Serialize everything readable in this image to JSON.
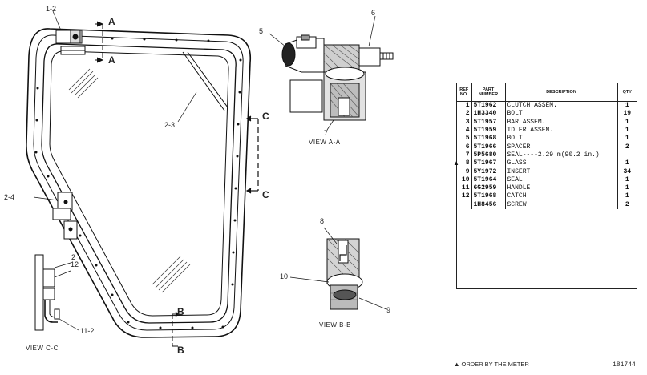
{
  "callouts": {
    "c_1_2_top": "1-2",
    "c_2_3": "2-3",
    "c_2_4": "2-4",
    "c_2": "2",
    "c_12": "12",
    "c_11_2": "11-2",
    "c_5": "5",
    "c_6": "6",
    "c_7": "7",
    "c_8": "8",
    "c_9": "9",
    "c_10": "10"
  },
  "section_marks": {
    "a_top": "A",
    "a_bottom": "A",
    "b_top": "B",
    "b_bottom": "B",
    "c_top": "C",
    "c_bottom": "C"
  },
  "views": {
    "view_aa": "VIEW A-A",
    "view_bb": "VIEW B-B",
    "view_cc": "VIEW C-C"
  },
  "parts_table": {
    "headers": [
      "REF NO.",
      "PART NUMBER",
      "DESCRIPTION",
      "QTY"
    ],
    "rows": [
      {
        "ref": "1",
        "part": "5T1962",
        "desc": "CLUTCH ASSEM.",
        "qty": "1"
      },
      {
        "ref": "2",
        "part": "1H3340",
        "desc": "BOLT",
        "qty": "19"
      },
      {
        "ref": "3",
        "part": "5T1957",
        "desc": "BAR ASSEM.",
        "qty": "1"
      },
      {
        "ref": "4",
        "part": "5T1959",
        "desc": "IDLER ASSEM.",
        "qty": "1"
      },
      {
        "ref": "5",
        "part": "5T1968",
        "desc": "BOLT",
        "qty": "1"
      },
      {
        "ref": "6",
        "part": "5T1966",
        "desc": "SPACER",
        "qty": "2"
      },
      {
        "ref": "7",
        "part": "5P5680",
        "desc": "SEAL----2.29 m(90.2 in.)",
        "qty": ""
      },
      {
        "ref": "8",
        "part": "5T1967",
        "desc": "GLASS",
        "qty": "1"
      },
      {
        "ref": "9",
        "part": "5Y1972",
        "desc": "INSERT",
        "qty": "34"
      },
      {
        "ref": "10",
        "part": "5T1964",
        "desc": "SEAL",
        "qty": "1"
      },
      {
        "ref": "11",
        "part": "6G2959",
        "desc": "HANDLE",
        "qty": "1"
      },
      {
        "ref": "12",
        "part": "5T1968",
        "desc": "CATCH",
        "qty": "1"
      },
      {
        "ref": "",
        "part": "1H8456",
        "desc": "SCREW",
        "qty": "2"
      }
    ],
    "marker": "▲"
  },
  "footer": {
    "note": "▲ ORDER BY THE METER",
    "illustration_id": "181744"
  }
}
